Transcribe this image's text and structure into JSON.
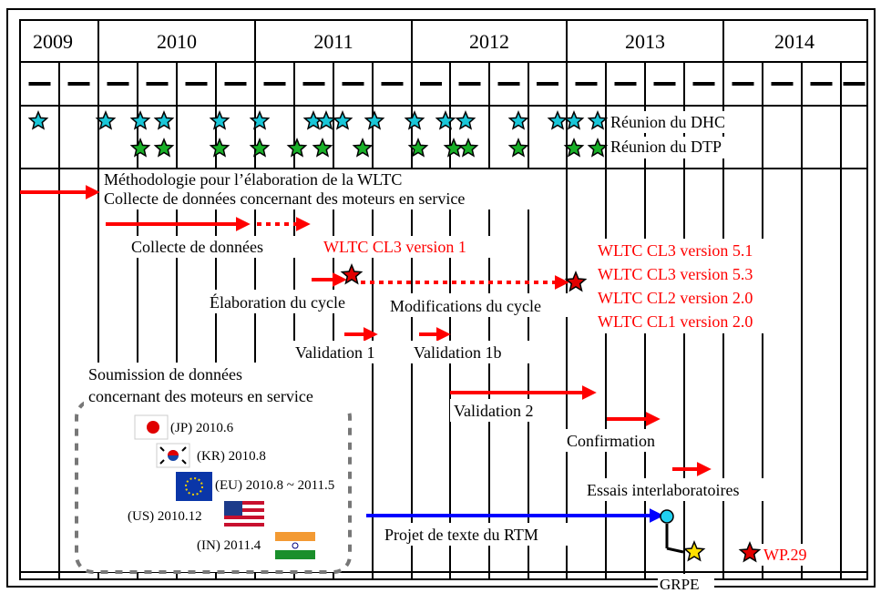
{
  "years": [
    "2009",
    "2010",
    "2011",
    "2012",
    "2013",
    "2014"
  ],
  "meetings": {
    "dhc_label": "Réunion du DHC",
    "dtp_label": "Réunion du DTP"
  },
  "top_text": {
    "line1": "Méthodologie pour l’élaboration de la WLTC",
    "line2": "Collecte de données concernant des moteurs en service"
  },
  "tasks": {
    "data_collection": "Collecte de données",
    "cycle_dev": "Élaboration du cycle",
    "cycle_mod": "Modifications du cycle",
    "validation1": "Validation 1",
    "validation1b": "Validation 1b",
    "validation2": "Validation 2",
    "confirmation": "Confirmation",
    "interlab": "Essais interlaboratoires",
    "gtr_draft": "Projet de texte du RTM",
    "grpe": "GRPE",
    "wp29": "WP.29"
  },
  "versions": {
    "cl3_v1": "WLTC CL3 version 1",
    "list": [
      "WLTC CL3 version 5.1",
      "WLTC CL3 version 5.3",
      "WLTC CL2 version 2.0",
      "WLTC CL1 version 2.0"
    ]
  },
  "submission": {
    "title1": "Soumission de données",
    "title2": "concernant des moteurs en service",
    "items": [
      {
        "country": "(JP) 2010.6",
        "flag": "japan-flag"
      },
      {
        "country": "(KR) 2010.8",
        "flag": "korea-flag"
      },
      {
        "country": "(EU) 2010.8 ~ 2011.5",
        "flag": "eu-flag"
      },
      {
        "country": "(US) 2010.12",
        "flag": "usa-flag"
      },
      {
        "country": "(IN) 2011.4",
        "flag": "india-flag"
      }
    ]
  },
  "colors": {
    "arrow_red": "#ff0000",
    "arrow_blue": "#0000ff",
    "star_cyan": "#19c6d8",
    "star_green": "#19b028"
  }
}
